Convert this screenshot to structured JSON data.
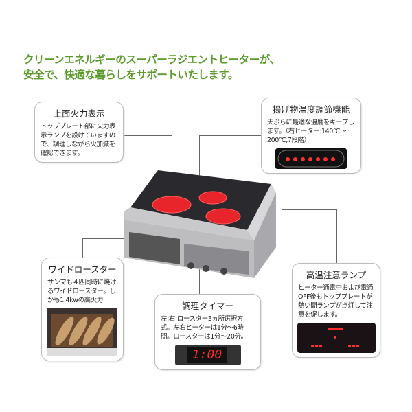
{
  "headline": {
    "line1": "クリーンエネルギーのスーパーラジエントヒーターが、",
    "line2": "安全で、快適な暮らしをサポートいたします。"
  },
  "features": [
    {
      "title": "上面火力表示",
      "body": "トッププレート部に火力表示ランプを設けていますので、調理しながら火加減を確認できます。"
    },
    {
      "title": "揚げ物温度調節機能",
      "body": "天ぷらに最適な温度をキープします。（右ヒーター:140℃〜200℃,7段階）"
    },
    {
      "title": "ワイドロースター",
      "body": "サンマも４匹同時に焼けるワイドロースター。しかも1.4kwの高火力"
    },
    {
      "title": "調理タイマー",
      "body": "左:右:ロースター3ヵ所選択方式。左右ヒーターは1分〜6時間。ロースターは1分〜20分。"
    },
    {
      "title": "高温注意ランプ",
      "body": "ヒーター通電中および電通OFF後もトッププレートが熱い間ランプが点灯して注意を促します。"
    }
  ],
  "timer_display": "1:00",
  "colors": {
    "headline": "#5b9a2b",
    "burner": "#e8252a",
    "lamp": "#ff3030"
  }
}
